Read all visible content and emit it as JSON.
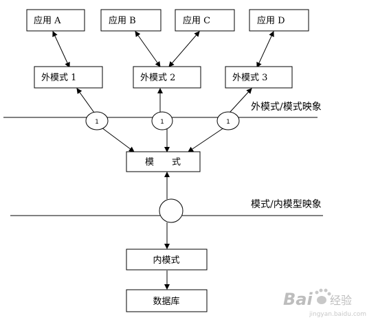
{
  "apps": [
    {
      "id": "app-a",
      "label": "应用 A"
    },
    {
      "id": "app-b",
      "label": "应用 B"
    },
    {
      "id": "app-c",
      "label": "应用 C"
    },
    {
      "id": "app-d",
      "label": "应用 D"
    }
  ],
  "external_schemas": [
    {
      "id": "external-schema-1",
      "label": "外模式 1"
    },
    {
      "id": "external-schema-2",
      "label": "外模式 2"
    },
    {
      "id": "external-schema-3",
      "label": "外模式 3"
    }
  ],
  "mappings": {
    "external_conceptual": "外模式/模式映象",
    "conceptual_internal": "模式/内模型映象"
  },
  "nodes": {
    "node_1": "1",
    "node_2": "1",
    "node_3": "1"
  },
  "schema": {
    "label": "模　　式"
  },
  "internal_schema": {
    "label": "内模式"
  },
  "database": {
    "label": "数据库"
  },
  "watermark": {
    "brand_left": "Bai",
    "brand_right": "经验",
    "url": "jingyan.baidu.com"
  }
}
